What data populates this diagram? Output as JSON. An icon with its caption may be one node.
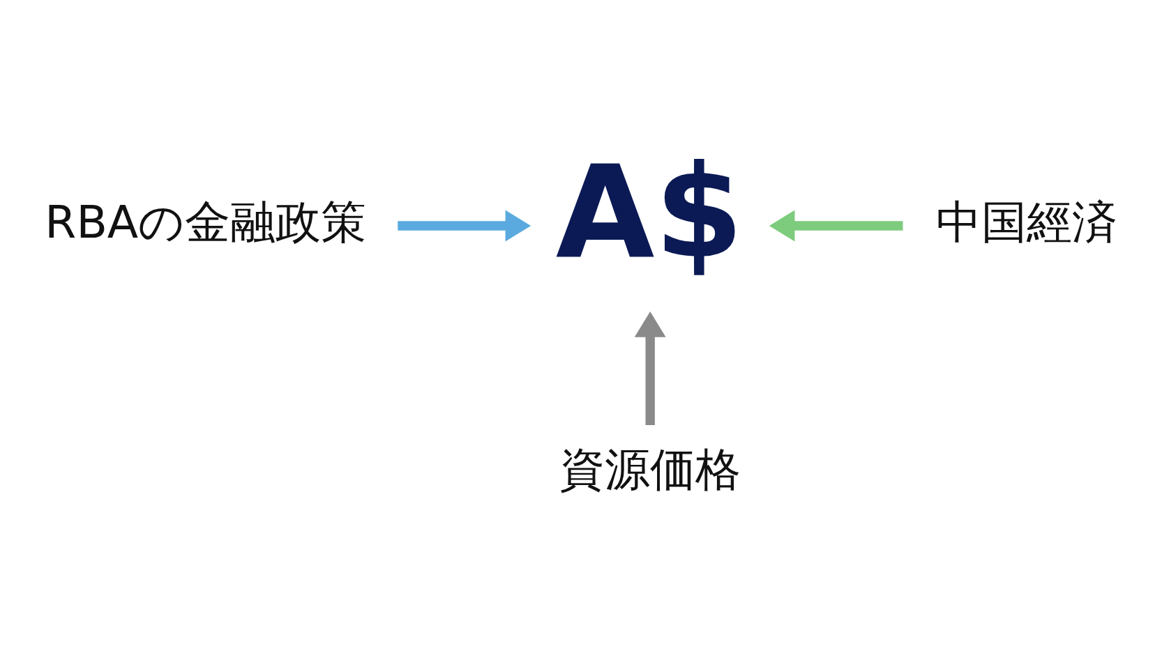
{
  "diagram": {
    "nodes": [
      {
        "text": [
          "RBAの金融政策"
        ]
      },
      {
        "text": [
          "A$"
        ]
      },
      {
        "text": [
          "中国經済"
        ]
      },
      {
        "text": [
          "資源価格"
        ]
      }
    ],
    "edges": [
      {
        "from": 0,
        "to": 1,
        "arrow": "to",
        "color": "#5aaae0"
      },
      {
        "from": 2,
        "to": 1,
        "arrow": "to",
        "color": "#7dcc7d"
      },
      {
        "from": 3,
        "to": 1,
        "arrow": "to",
        "color": "#8a8a8a"
      }
    ]
  }
}
